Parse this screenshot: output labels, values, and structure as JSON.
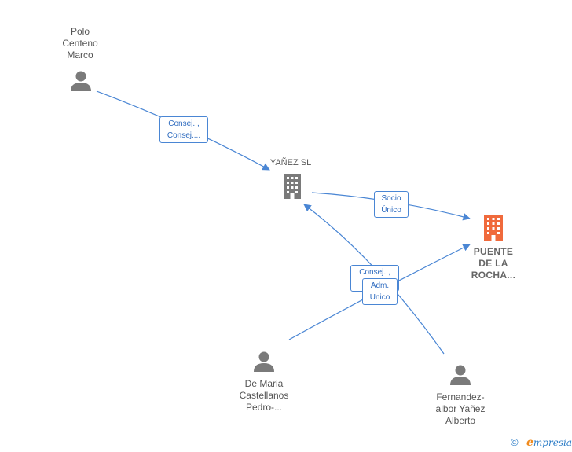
{
  "nodes": {
    "polo": {
      "label": "Polo\nCenteno\nMarco",
      "kind": "person"
    },
    "yanez": {
      "label": "YAÑEZ SL",
      "kind": "company"
    },
    "puente": {
      "label": "PUENTE\nDE LA\nROCHA...",
      "kind": "company-main"
    },
    "demaria": {
      "label": "De Maria\nCastellanos\nPedro-...",
      "kind": "person"
    },
    "fernandez": {
      "label": "Fernandez-\nalbor Yañez\nAlberto",
      "kind": "person"
    }
  },
  "edge_labels": {
    "polo_yanez": "Consej. ,\nConsej....",
    "yanez_puente": "Socio\nÚnico",
    "demaria_yanez": "Consej. ,\nC...",
    "demaria_puente": "Adm.\nUnico"
  },
  "colors": {
    "edge": "#4a86d4",
    "person_icon": "#7a7a7a",
    "company_icon": "#7a7a7a",
    "main_company_icon": "#f06a3c"
  },
  "footer": {
    "copyright": "©",
    "brand_first": "e",
    "brand_rest": "mpresia"
  }
}
